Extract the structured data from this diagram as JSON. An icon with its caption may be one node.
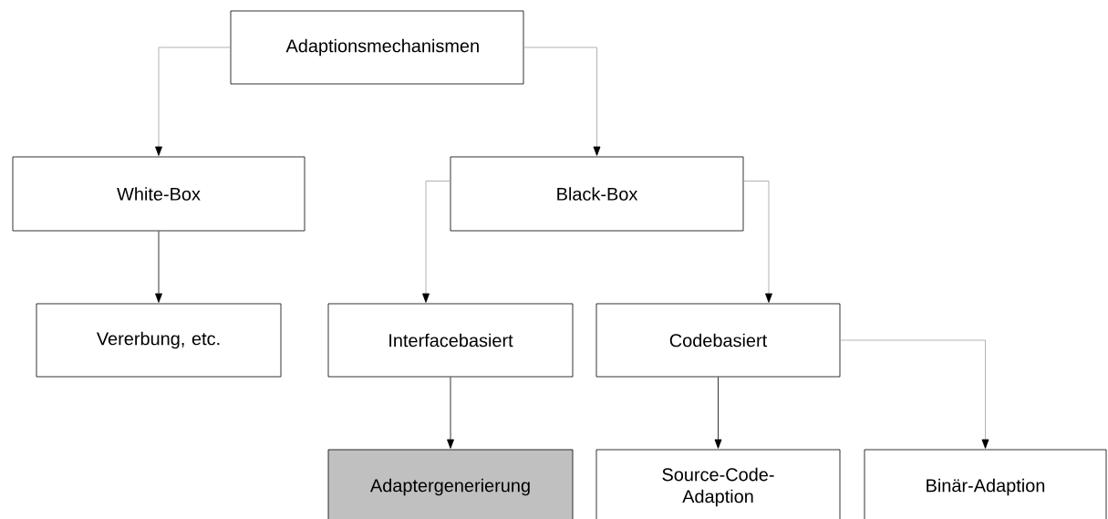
{
  "diagram": {
    "nodes": [
      {
        "text": [
          "Adaptionsmechanismen"
        ]
      },
      {
        "text": [
          "White-Box"
        ]
      },
      {
        "text": [
          "Black-Box"
        ]
      },
      {
        "text": [
          "Vererbung, etc."
        ]
      },
      {
        "text": [
          "Interfacebasiert"
        ]
      },
      {
        "text": [
          "Codebasiert"
        ]
      },
      {
        "text": [
          "Adaptergenerierung"
        ]
      },
      {
        "text": [
          "Source-Code-Adaption"
        ]
      },
      {
        "text": [
          "Binär-Adaption"
        ]
      }
    ],
    "edges": [
      {
        "from": 0,
        "to": 1,
        "arrow": "to"
      },
      {
        "from": 0,
        "to": 2,
        "arrow": "to"
      },
      {
        "from": 1,
        "to": 3,
        "arrow": "to",
        "color": "#000000"
      },
      {
        "from": 2,
        "to": 4,
        "arrow": "to"
      },
      {
        "from": 2,
        "to": 5,
        "arrow": "to"
      },
      {
        "from": 4,
        "to": 6,
        "arrow": "to",
        "color": "#000000"
      },
      {
        "from": 5,
        "to": 7,
        "arrow": "to",
        "color": "#000000"
      },
      {
        "from": 5,
        "to": 8,
        "arrow": "to"
      }
    ]
  }
}
